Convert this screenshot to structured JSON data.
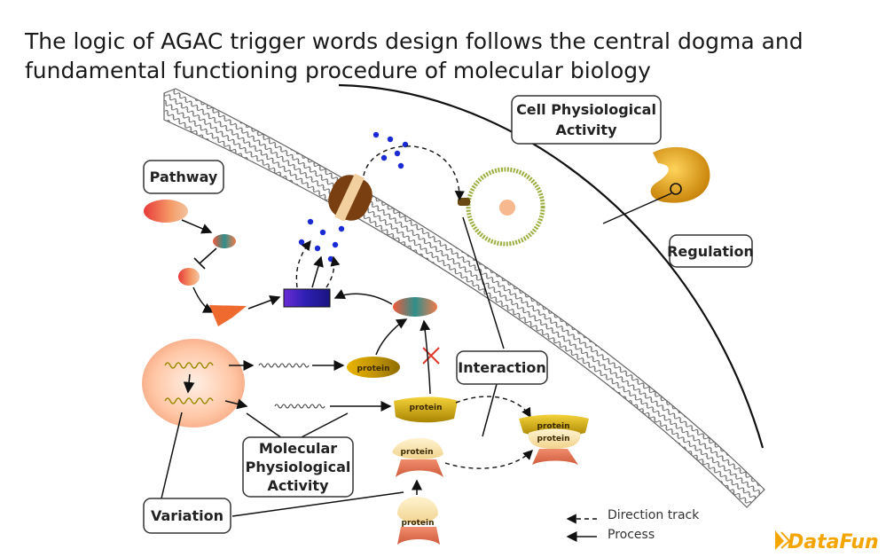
{
  "title": {
    "line1": "The logic of AGAC trigger words design follows the central dogma and",
    "line2": "fundamental functioning procedure of molecular biology"
  },
  "labels": {
    "pathway": "Pathway",
    "cell_physiological": [
      "Cell Physiological",
      "Activity"
    ],
    "regulation": "Regulation",
    "interaction": "Interaction",
    "molecular_physiological": [
      "Molecular",
      "Physiological",
      "Activity"
    ],
    "variation": "Variation"
  },
  "protein_label": "protein",
  "legend": {
    "direction_track": "Direction track",
    "process": "Process"
  },
  "logo": {
    "text": "DataFun",
    "suffix": "."
  },
  "colors": {
    "accent_orange": "#f5a500",
    "protein_gold": "#c9a200",
    "receptor_blue": "#2b1fb0",
    "dot_blue": "#1a2bd6",
    "inhibition_red": "#e0362b"
  }
}
